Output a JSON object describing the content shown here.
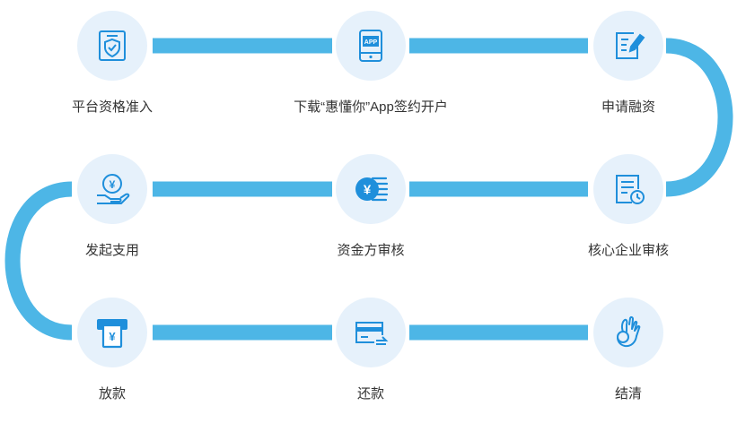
{
  "accent_color": "#4db6e6",
  "icon_color": "#1f8fdb",
  "steps": [
    {
      "label": "平台资格准入",
      "icon": "shield-check-icon"
    },
    {
      "label": "下载“惠懂你”App签约开户",
      "icon": "app-phone-icon",
      "icon_text": "APP"
    },
    {
      "label": "申请融资",
      "icon": "form-edit-icon"
    },
    {
      "label": "核心企业审核",
      "icon": "document-clock-icon"
    },
    {
      "label": "资金方审核",
      "icon": "yuan-coins-icon",
      "icon_text": "¥"
    },
    {
      "label": "发起支用",
      "icon": "hand-coin-icon",
      "icon_text": "¥"
    },
    {
      "label": "放款",
      "icon": "atm-cash-icon",
      "icon_text": "¥"
    },
    {
      "label": "还款",
      "icon": "card-repay-icon"
    },
    {
      "label": "结清",
      "icon": "ok-hand-icon"
    }
  ]
}
